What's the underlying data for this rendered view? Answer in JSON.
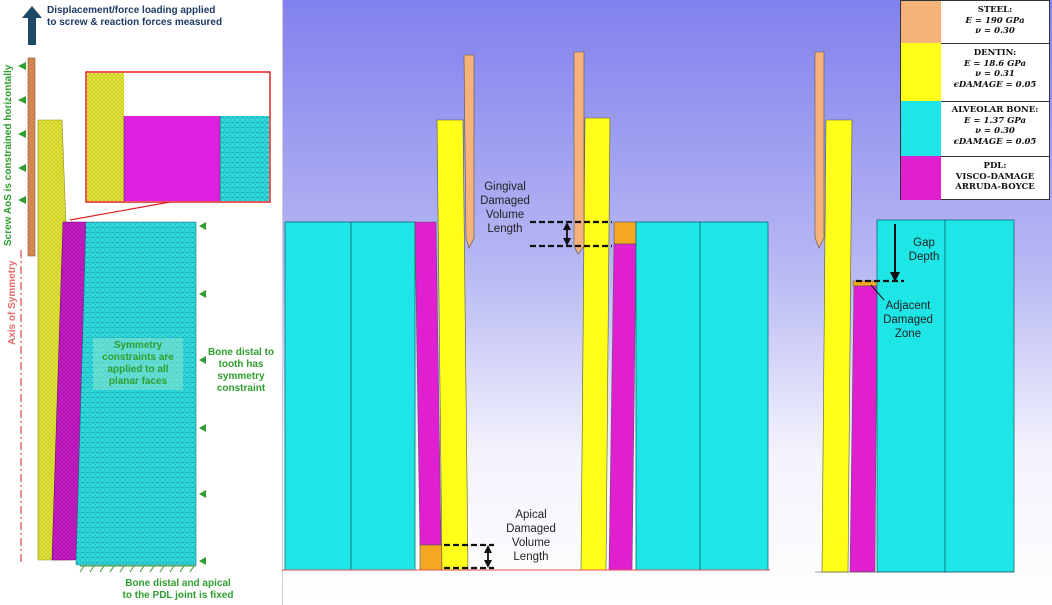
{
  "left_panel": {
    "loading_label": "Displacement/force loading applied\nto screw & reaction forces measured",
    "screw_constraint_label": "Screw AoS is constrained horizontally",
    "axis_label": "Axis of Symmetry",
    "symmetry_box_label": "Symmetry\nconstraints are\napplied to all\nplanar faces",
    "bone_distal_label": "Bone distal to\ntooth has\nsymmetry\nconstraint",
    "bone_apical_label": "Bone distal and apical\nto the PDL joint is fixed"
  },
  "middle_panel": {
    "gingival_label": "Gingival\nDamaged\nVolume\nLength",
    "apical_label": "Apical\nDamaged\nVolume\nLength"
  },
  "right_panel": {
    "gap_label": "Gap\nDepth",
    "adjacent_label": "Adjacent\nDamaged\nZone"
  },
  "legend": [
    {
      "color": "#f5b27a",
      "lines": [
        "STEEL:",
        "E = 190 GPa",
        "ν = 0.30"
      ]
    },
    {
      "color": "#ffff1a",
      "lines": [
        "DENTIN:",
        "E = 18.6 GPa",
        "ν = 0.31",
        "ϵDAMAGE = 0.05"
      ]
    },
    {
      "color": "#1ee6e6",
      "lines": [
        "ALVEOLAR BONE:",
        "E = 1.37 GPa",
        "ν = 0.30",
        "ϵDAMAGE = 0.05"
      ]
    },
    {
      "color": "#e020d0",
      "lines": [
        "PDL:",
        "VISCO-DAMAGE",
        "ARRUDA-BOYCE"
      ]
    }
  ],
  "colors": {
    "steel": "#f5b27a",
    "dentin": "#e8e800",
    "bone": "#1ee6e6",
    "pdl": "#d419d4",
    "damage": "#f5a623",
    "bg_top": "#8a8af0",
    "bg_bottom": "#ffffff",
    "green": "#2f9e2f",
    "axis_red": "#e86a6a",
    "arrow_blue": "#1d4a66"
  }
}
